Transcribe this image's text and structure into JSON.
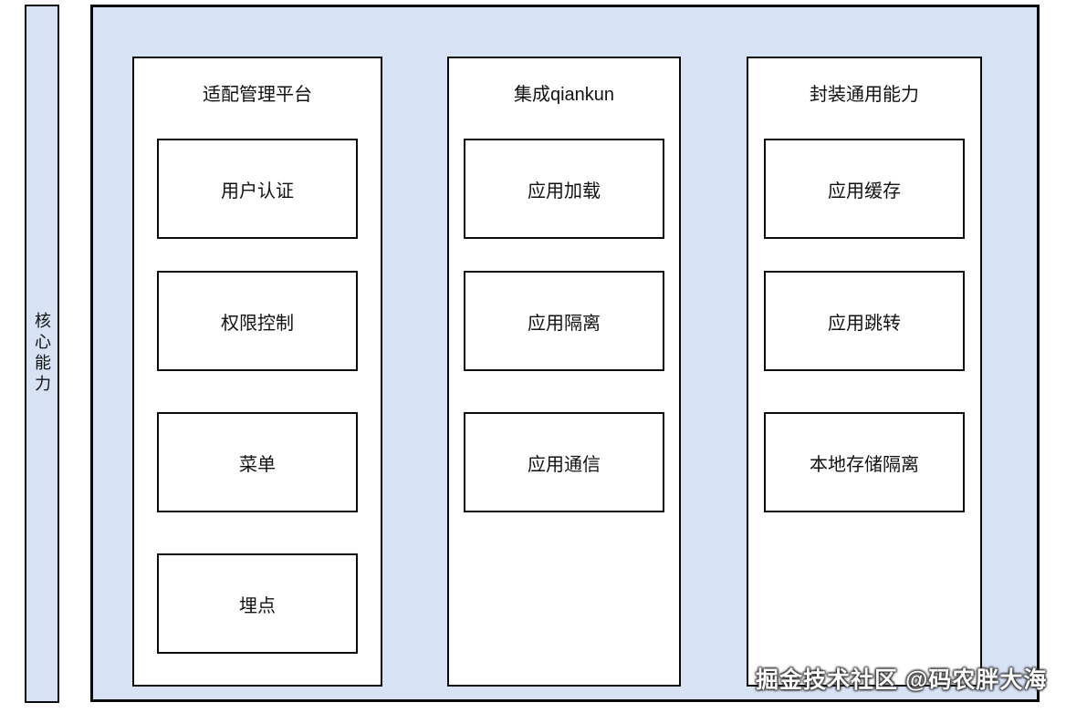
{
  "diagram": {
    "side_label": "核心能力",
    "columns": [
      {
        "title": "适配管理平台",
        "boxes": [
          "用户认证",
          "权限控制",
          "菜单",
          "埋点"
        ]
      },
      {
        "title": "集成qiankun",
        "boxes": [
          "应用加载",
          "应用隔离",
          "应用通信"
        ]
      },
      {
        "title": "封装通用能力",
        "boxes": [
          "应用缓存",
          "应用跳转",
          "本地存储隔离"
        ]
      }
    ],
    "watermark": "掘金技术社区 @码农胖大海",
    "colors": {
      "fill_light_blue": "#d7e2f5",
      "stroke": "#0a0a0a",
      "box_fill": "#ffffff"
    }
  }
}
